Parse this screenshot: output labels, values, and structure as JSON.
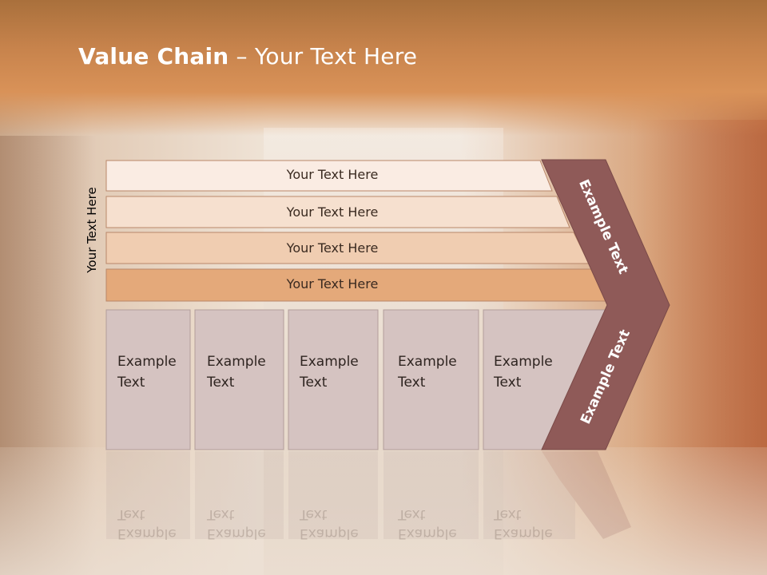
{
  "slide": {
    "title_bold": "Value Chain",
    "title_rest": " – Your Text Here",
    "side_label": "Your Text Here"
  },
  "rows": [
    {
      "label": "Your Text Here",
      "fill": "#faece3"
    },
    {
      "label": "Your Text Here",
      "fill": "#f6e0cf"
    },
    {
      "label": "Your Text Here",
      "fill": "#f0cdb1"
    },
    {
      "label": "Your Text Here",
      "fill": "#e4a97a"
    }
  ],
  "boxes": [
    {
      "line1": "Example",
      "line2": "Text"
    },
    {
      "line1": "Example",
      "line2": "Text"
    },
    {
      "line1": "Example",
      "line2": "Text"
    },
    {
      "line1": "Example",
      "line2": "Text"
    },
    {
      "line1": "Example",
      "line2": "Text"
    }
  ],
  "chevron": {
    "upper_label": "Example Text",
    "lower_label": "Example Text",
    "fill": "#8f5a58"
  },
  "colors": {
    "box_fill": "#d5c3c1",
    "box_border": "#b29e9a",
    "row_border": "#b9876a"
  }
}
